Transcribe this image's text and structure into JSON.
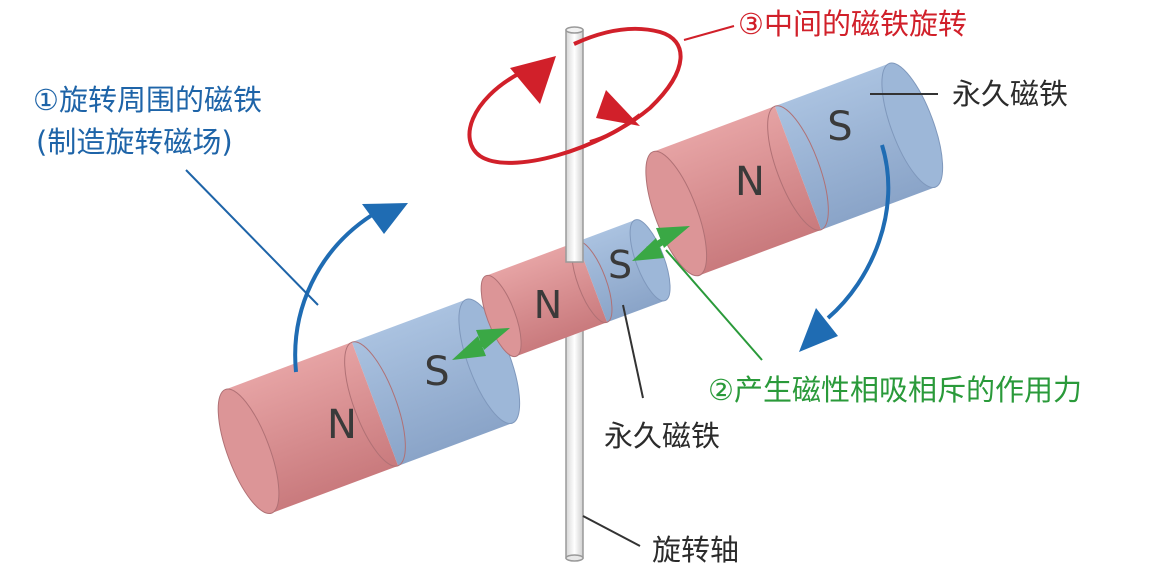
{
  "labels": {
    "rotate_surrounding_line1": "①旋转周围的磁铁",
    "rotate_surrounding_line2": "(制造旋转磁场)",
    "middle_rotate": "③中间的磁铁旋转",
    "permanent_magnet_right": "永久磁铁",
    "permanent_magnet_center": "永久磁铁",
    "attraction_repulsion": "②产生磁性相吸相斥的作用力",
    "rotation_axis": "旋转轴"
  },
  "poles": {
    "left_outer_n": "N",
    "left_inner_s": "S",
    "center_n": "N",
    "center_s": "S",
    "right_inner_n": "N",
    "right_outer_s": "S"
  },
  "colors": {
    "north_red": "#d98c8e",
    "south_blue": "#97b1d3",
    "blue_label": "#1e64a8",
    "red_label": "#d1202a",
    "green_label": "#2a9a3a",
    "arrow_blue": "#1f6cb3",
    "arrow_red": "#d1202a",
    "arrow_green": "#3aa845"
  }
}
